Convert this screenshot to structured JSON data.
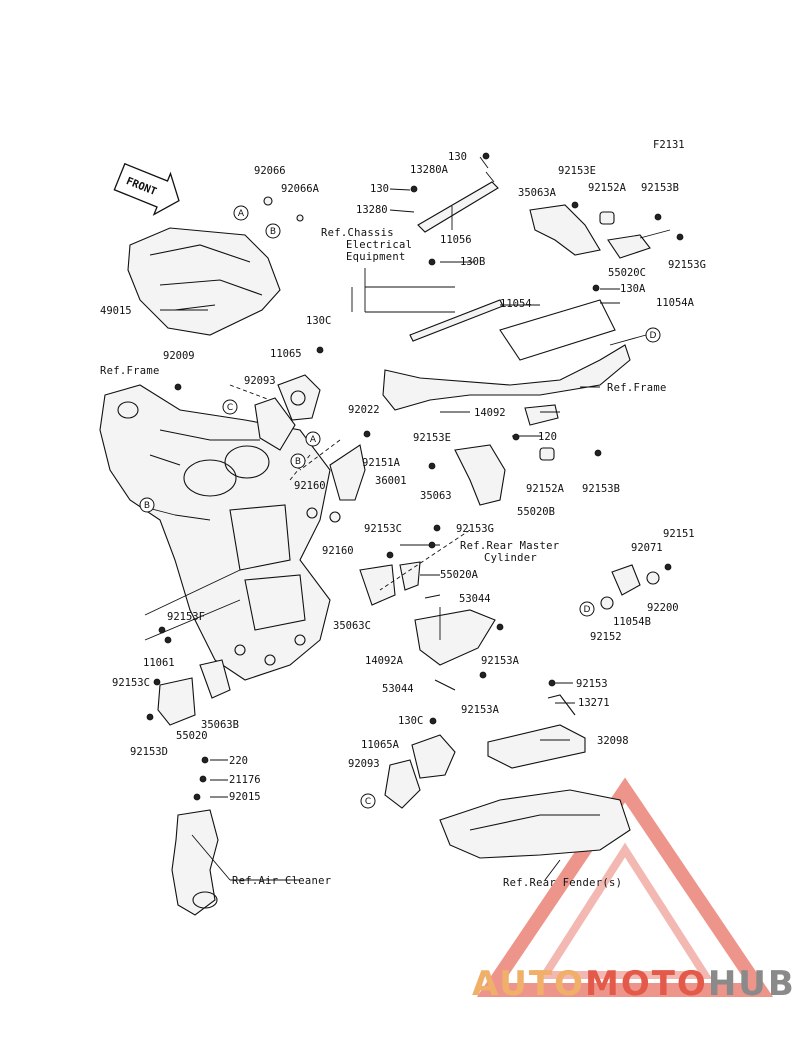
{
  "figure_code": "F2131",
  "front_arrow": "FRONT",
  "part_numbers": {
    "p130_top": "130",
    "p13280A": "13280A",
    "p130_mid": "130",
    "p13280": "13280",
    "p11056": "11056",
    "p92066": "92066",
    "p92066A": "92066A",
    "p92153E_top": "92153E",
    "p35063A": "35063A",
    "p92152A_top": "92152A",
    "p92153B_top": "92153B",
    "p55020C": "55020C",
    "p92153G_top": "92153G",
    "p130B": "130B",
    "p11054": "11054",
    "p130A": "130A",
    "p11054A": "11054A",
    "p49015": "49015",
    "p130C_top": "130C",
    "p11065": "11065",
    "p92009": "92009",
    "p92093_top": "92093",
    "p92022": "92022",
    "p14092": "14092",
    "p120": "120",
    "p92153E_mid": "92153E",
    "p92151A": "92151A",
    "p92152A_mid": "92152A",
    "p92153B_mid": "92153B",
    "p36001": "36001",
    "p35063": "35063",
    "p55020B": "55020B",
    "p92160_a": "92160",
    "p92160_b": "92160",
    "p92153G_mid": "92153G",
    "p92153C_mid": "92153C",
    "p55020A": "55020A",
    "p92151": "92151",
    "p92071": "92071",
    "p53044_top": "53044",
    "p35063C": "35063C",
    "p92200": "92200",
    "p11054B": "11054B",
    "p92152": "92152",
    "p92153F": "92153F",
    "p11061": "11061",
    "p14092A": "14092A",
    "p92153A_a": "92153A",
    "p92153C_low": "92153C",
    "p53044_low": "53044",
    "p92153A_b": "92153A",
    "p35063B": "35063B",
    "p92153": "92153",
    "p13271": "13271",
    "p55020": "55020",
    "p92153D": "92153D",
    "p130C_low": "130C",
    "p11065A": "11065A",
    "p32098": "32098",
    "p220": "220",
    "p92093_low": "92093",
    "p21176": "21176",
    "p92015": "92015"
  },
  "references": {
    "chassis_line1": "Ref.Chassis",
    "chassis_line2": "Electrical",
    "chassis_line3": "Equipment",
    "frame_left": "Ref.Frame",
    "frame_right": "Ref.Frame",
    "master_cyl_line1": "Ref.Rear Master",
    "master_cyl_line2": "Cylinder",
    "air_cleaner": "Ref.Air Cleaner",
    "rear_fender": "Ref.Rear Fender(s)"
  },
  "callouts": {
    "A1": "A",
    "B1": "B",
    "C1": "C",
    "A2": "A",
    "B2": "B",
    "B3": "B",
    "D1": "D",
    "D2": "D",
    "C2": "C"
  },
  "watermark": {
    "auto": "AUTO",
    "moto": "MOTO",
    "hub": "HUB",
    "accent": "#e45a4a",
    "accent2": "#f0b06a"
  }
}
